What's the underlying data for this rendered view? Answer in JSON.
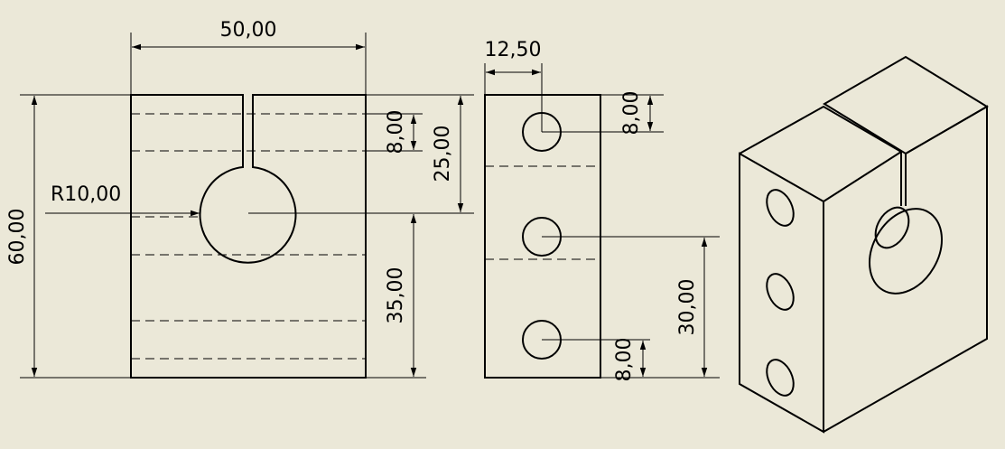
{
  "colors": {
    "background": "#ebe8d8",
    "line": "#000000"
  },
  "dimensions": {
    "front_width": "50,00",
    "front_height": "60,00",
    "radius": "R10,00",
    "slot_top_hole": "8,00",
    "hole_to_top": "25,00",
    "hole_to_bottom": "35,00",
    "side_offset": "12,50",
    "side_top_hole": "8,00",
    "side_bottom_hole": "8,00",
    "side_mid_hole": "30,00"
  }
}
